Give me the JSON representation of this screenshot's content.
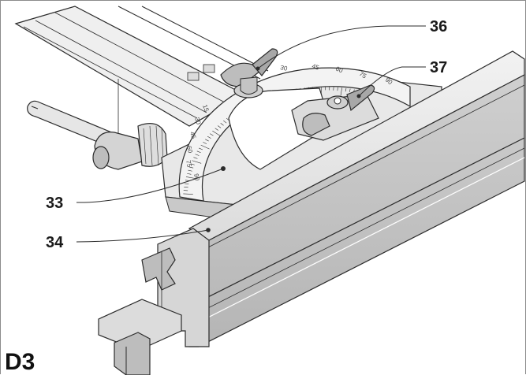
{
  "figure_label": "D3",
  "callouts": {
    "c36": "36",
    "c37": "37",
    "c33": "33",
    "c34": "34"
  },
  "protractor_scale_upper": [
    "30",
    "45",
    "60",
    "75",
    "90"
  ],
  "protractor_scale_left": [
    "15",
    "30",
    "45",
    "60",
    "75",
    "90"
  ],
  "colors": {
    "line": "#2b2b2b",
    "fill_light": "#ececec",
    "fill_mid": "#d4d4d4",
    "fill_dark": "#a8a8a8"
  }
}
